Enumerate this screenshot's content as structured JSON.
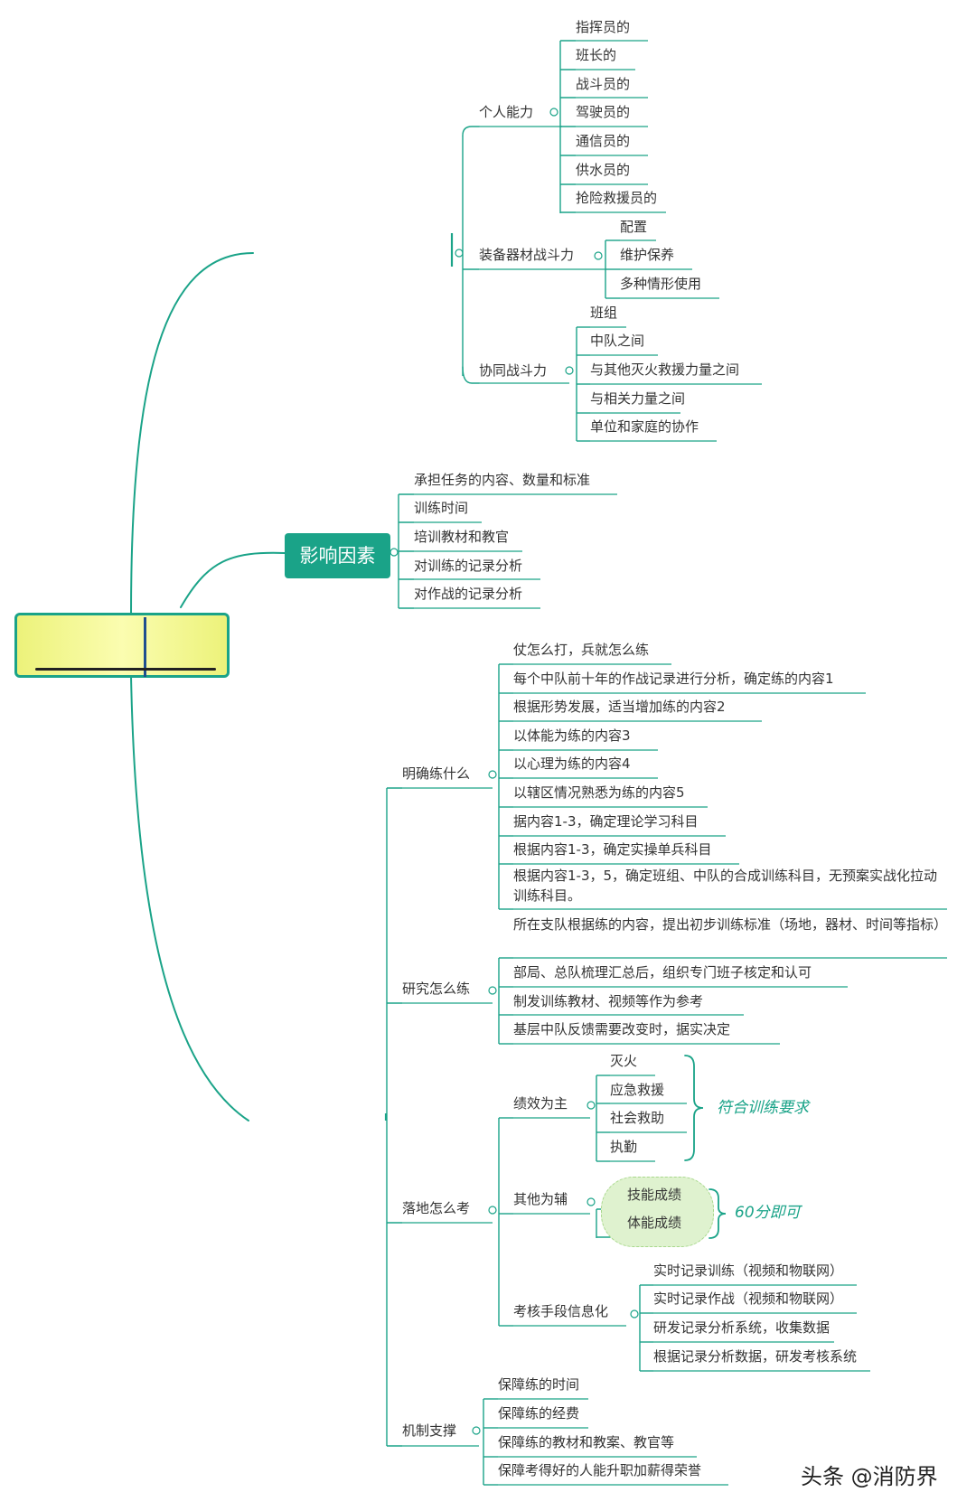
{
  "colors": {
    "line": "#1aa388",
    "underline": "#1aa388",
    "hub_bg": "#1aa388",
    "central_fill": "#f6f9a0",
    "note": "#1aa388",
    "cloud": "#dff2cf"
  },
  "branch_top": {
    "l2": [
      {
        "label": "个人能力",
        "children": [
          "指挥员的",
          "班长的",
          "战斗员的",
          "驾驶员的",
          "通信员的",
          "供水员的",
          "抢险救援员的"
        ]
      },
      {
        "label": "装备器材战斗力",
        "children": [
          "配置",
          "维护保养",
          "多种情形使用"
        ]
      },
      {
        "label": "协同战斗力",
        "children": [
          "班组",
          "中队之间",
          "与其他灭火救援力量之间",
          "与相关力量之间",
          "单位和家庭的协作"
        ]
      }
    ]
  },
  "factors": {
    "label": "影响因素",
    "children": [
      "承担任务的内容、数量和标准",
      "训练时间",
      "培训教材和教官",
      "对训练的记录分析",
      "对作战的记录分析"
    ]
  },
  "branch_bottom": {
    "what": {
      "label": "明确练什么",
      "children": [
        "仗怎么打，兵就怎么练",
        "每个中队前十年的作战记录进行分析，确定练的内容1",
        "根据形势发展，适当增加练的内容2",
        "以体能为练的内容3",
        "以心理为练的内容4",
        "以辖区情况熟悉为练的内容5",
        "据内容1-3，确定理论学习科目",
        "根据内容1-3，确定实操单兵科目",
        "根据内容1-3，5，确定班组、中队的合成训练科目，无预案实战化拉动训练科目。"
      ]
    },
    "how": {
      "label": "研究怎么练",
      "children": [
        "所在支队根据练的内容，提出初步训练标准（场地，器材、时间等指标）",
        "部局、总队梳理汇总后，组织专门班子核定和认可",
        "制发训练教材、视频等作为参考",
        "基层中队反馈需要改变时，据实决定"
      ]
    },
    "exam": {
      "label": "落地怎么考",
      "performance": {
        "label": "绩效为主",
        "children": [
          "灭火",
          "应急救援",
          "社会救助",
          "执勤"
        ],
        "note": "符合训练要求"
      },
      "auxiliary": {
        "label": "其他为辅",
        "children": [
          "技能成绩",
          "体能成绩"
        ],
        "note": "60分即可"
      },
      "info": {
        "label": "考核手段信息化",
        "children": [
          "实时记录训练（视频和物联网）",
          "实时记录作战（视频和物联网）",
          "研发记录分析系统，收集数据",
          "根据记录分析数据，研发考核系统"
        ]
      }
    },
    "mech": {
      "label": "机制支撑",
      "children": [
        "保障练的时间",
        "保障练的经费",
        "保障练的教材和教案、教官等",
        "保障考得好的人能升职加薪得荣誉"
      ]
    }
  },
  "watermark": "头条 @消防界"
}
